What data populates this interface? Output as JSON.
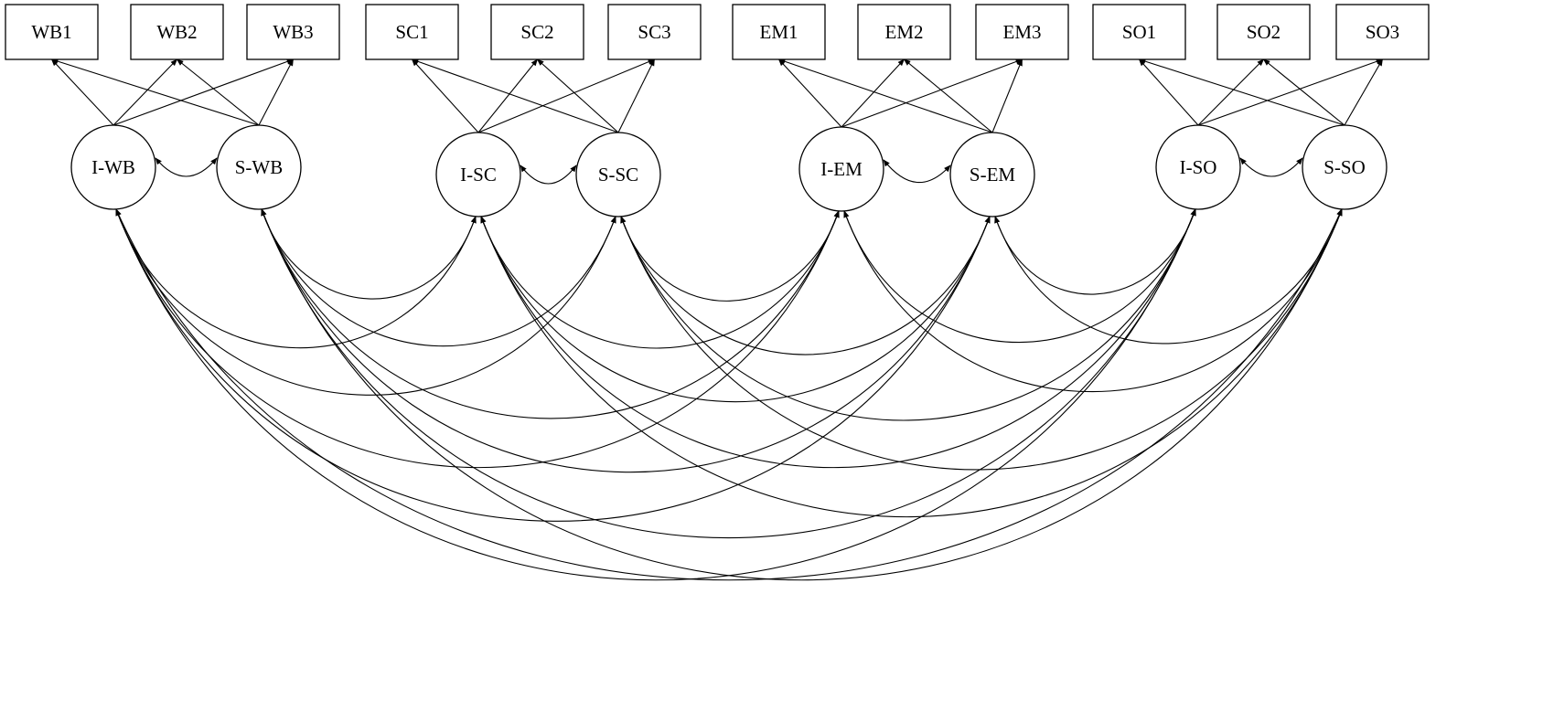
{
  "indicators": [
    {
      "id": "WB1",
      "label": "WB1"
    },
    {
      "id": "WB2",
      "label": "WB2"
    },
    {
      "id": "WB3",
      "label": "WB3"
    },
    {
      "id": "SC1",
      "label": "SC1"
    },
    {
      "id": "SC2",
      "label": "SC2"
    },
    {
      "id": "SC3",
      "label": "SC3"
    },
    {
      "id": "EM1",
      "label": "EM1"
    },
    {
      "id": "EM2",
      "label": "EM2"
    },
    {
      "id": "EM3",
      "label": "EM3"
    },
    {
      "id": "SO1",
      "label": "SO1"
    },
    {
      "id": "SO2",
      "label": "SO2"
    },
    {
      "id": "SO3",
      "label": "SO3"
    }
  ],
  "latents": [
    {
      "id": "I-WB",
      "label": "I-WB"
    },
    {
      "id": "S-WB",
      "label": "S-WB"
    },
    {
      "id": "I-SC",
      "label": "I-SC"
    },
    {
      "id": "S-SC",
      "label": "S-SC"
    },
    {
      "id": "I-EM",
      "label": "I-EM"
    },
    {
      "id": "S-EM",
      "label": "S-EM"
    },
    {
      "id": "I-SO",
      "label": "I-SO"
    },
    {
      "id": "S-SO",
      "label": "S-SO"
    }
  ],
  "loadings": [
    [
      "I-WB",
      "WB1"
    ],
    [
      "I-WB",
      "WB2"
    ],
    [
      "I-WB",
      "WB3"
    ],
    [
      "S-WB",
      "WB1"
    ],
    [
      "S-WB",
      "WB2"
    ],
    [
      "S-WB",
      "WB3"
    ],
    [
      "I-SC",
      "SC1"
    ],
    [
      "I-SC",
      "SC2"
    ],
    [
      "I-SC",
      "SC3"
    ],
    [
      "S-SC",
      "SC1"
    ],
    [
      "S-SC",
      "SC2"
    ],
    [
      "S-SC",
      "SC3"
    ],
    [
      "I-EM",
      "EM1"
    ],
    [
      "I-EM",
      "EM2"
    ],
    [
      "I-EM",
      "EM3"
    ],
    [
      "S-EM",
      "EM1"
    ],
    [
      "S-EM",
      "EM2"
    ],
    [
      "S-EM",
      "EM3"
    ],
    [
      "I-SO",
      "SO1"
    ],
    [
      "I-SO",
      "SO2"
    ],
    [
      "I-SO",
      "SO3"
    ],
    [
      "S-SO",
      "SO1"
    ],
    [
      "S-SO",
      "SO2"
    ],
    [
      "S-SO",
      "SO3"
    ]
  ],
  "within_covariances": [
    [
      "I-WB",
      "S-WB"
    ],
    [
      "I-SC",
      "S-SC"
    ],
    [
      "I-EM",
      "S-EM"
    ],
    [
      "I-SO",
      "S-SO"
    ]
  ],
  "between_covariances": [
    [
      "I-WB",
      "I-SC"
    ],
    [
      "I-WB",
      "S-SC"
    ],
    [
      "I-WB",
      "I-EM"
    ],
    [
      "I-WB",
      "S-EM"
    ],
    [
      "I-WB",
      "I-SO"
    ],
    [
      "I-WB",
      "S-SO"
    ],
    [
      "S-WB",
      "I-SC"
    ],
    [
      "S-WB",
      "S-SC"
    ],
    [
      "S-WB",
      "I-EM"
    ],
    [
      "S-WB",
      "S-EM"
    ],
    [
      "S-WB",
      "I-SO"
    ],
    [
      "S-WB",
      "S-SO"
    ],
    [
      "I-SC",
      "I-EM"
    ],
    [
      "I-SC",
      "S-EM"
    ],
    [
      "I-SC",
      "I-SO"
    ],
    [
      "I-SC",
      "S-SO"
    ],
    [
      "S-SC",
      "I-EM"
    ],
    [
      "S-SC",
      "S-EM"
    ],
    [
      "S-SC",
      "I-SO"
    ],
    [
      "S-SC",
      "S-SO"
    ],
    [
      "I-EM",
      "I-SO"
    ],
    [
      "I-EM",
      "S-SO"
    ],
    [
      "S-EM",
      "I-SO"
    ],
    [
      "S-EM",
      "S-SO"
    ]
  ],
  "colors": {
    "stroke": "#000000",
    "fill": "#ffffff"
  }
}
